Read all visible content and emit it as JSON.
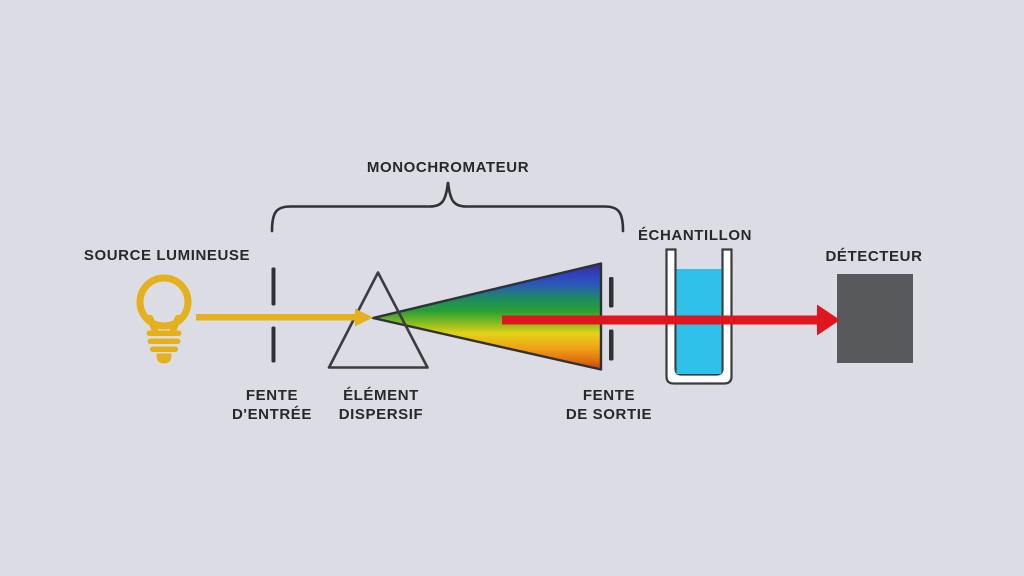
{
  "colors": {
    "background": "#dcdde4",
    "text": "#26282d",
    "beam_gold": "#e5b01e",
    "beam_red": "#df161d",
    "sample_cyan": "#2ec1ea",
    "detector_gray": "#58595b",
    "outline_dark": "#393c42",
    "slit_dark": "#2f3237",
    "spectrum_0": "#3b2b86",
    "spectrum_1": "#2f41bf",
    "spectrum_2": "#2b59b9",
    "spectrum_3": "#1e8a62",
    "spectrum_4": "#27a033",
    "spectrum_5": "#86bb21",
    "spectrum_6": "#e4d216",
    "spectrum_7": "#f0a216",
    "spectrum_8": "#e2720f",
    "spectrum_9": "#bf4110"
  },
  "labels": {
    "source": "SOURCE LUMINEUSE",
    "monochromator": "MONOCHROMATEUR",
    "entrance_slit": {
      "line1": "FENTE",
      "line2": "D'ENTRÉE"
    },
    "dispersive": {
      "line1": "ÉLÉMENT",
      "line2": "DISPERSIF"
    },
    "exit_slit": {
      "line1": "FENTE",
      "line2": "DE SORTIE"
    },
    "sample": "ÉCHANTILLON",
    "detector": "DÉTECTEUR"
  },
  "icons": {
    "light_bulb": "light-bulb-icon",
    "gold_beam_arrow": "gold-beam-arrow-icon",
    "entrance_slit_marks": "entrance-slit-icon",
    "prism": "prism-icon",
    "spectrum_cone": "spectrum-cone-icon",
    "monochromator_brace": "brace-icon",
    "exit_slit_marks": "exit-slit-icon",
    "cuvette": "cuvette-icon",
    "red_beam_arrow": "red-beam-arrow-icon",
    "detector_block": "detector-block"
  }
}
